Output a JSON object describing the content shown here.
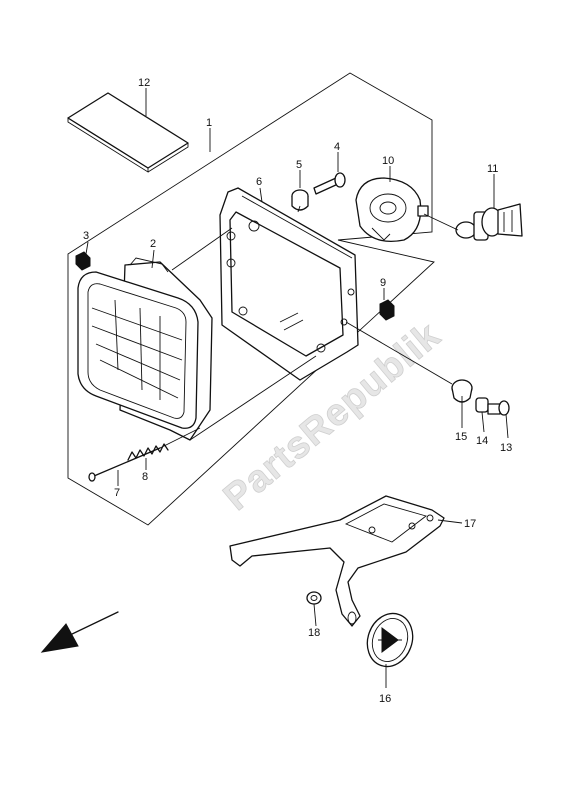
{
  "watermark": "PartsRepublik",
  "callouts": [
    {
      "id": "1",
      "label": "1"
    },
    {
      "id": "2",
      "label": "2"
    },
    {
      "id": "3",
      "label": "3"
    },
    {
      "id": "4",
      "label": "4"
    },
    {
      "id": "5",
      "label": "5"
    },
    {
      "id": "6",
      "label": "6"
    },
    {
      "id": "7",
      "label": "7"
    },
    {
      "id": "8",
      "label": "8"
    },
    {
      "id": "9",
      "label": "9"
    },
    {
      "id": "10",
      "label": "10"
    },
    {
      "id": "11",
      "label": "11"
    },
    {
      "id": "12",
      "label": "12"
    },
    {
      "id": "13",
      "label": "13"
    },
    {
      "id": "14",
      "label": "14"
    },
    {
      "id": "15",
      "label": "15"
    },
    {
      "id": "16",
      "label": "16"
    },
    {
      "id": "17",
      "label": "17"
    },
    {
      "id": "18",
      "label": "18"
    }
  ]
}
